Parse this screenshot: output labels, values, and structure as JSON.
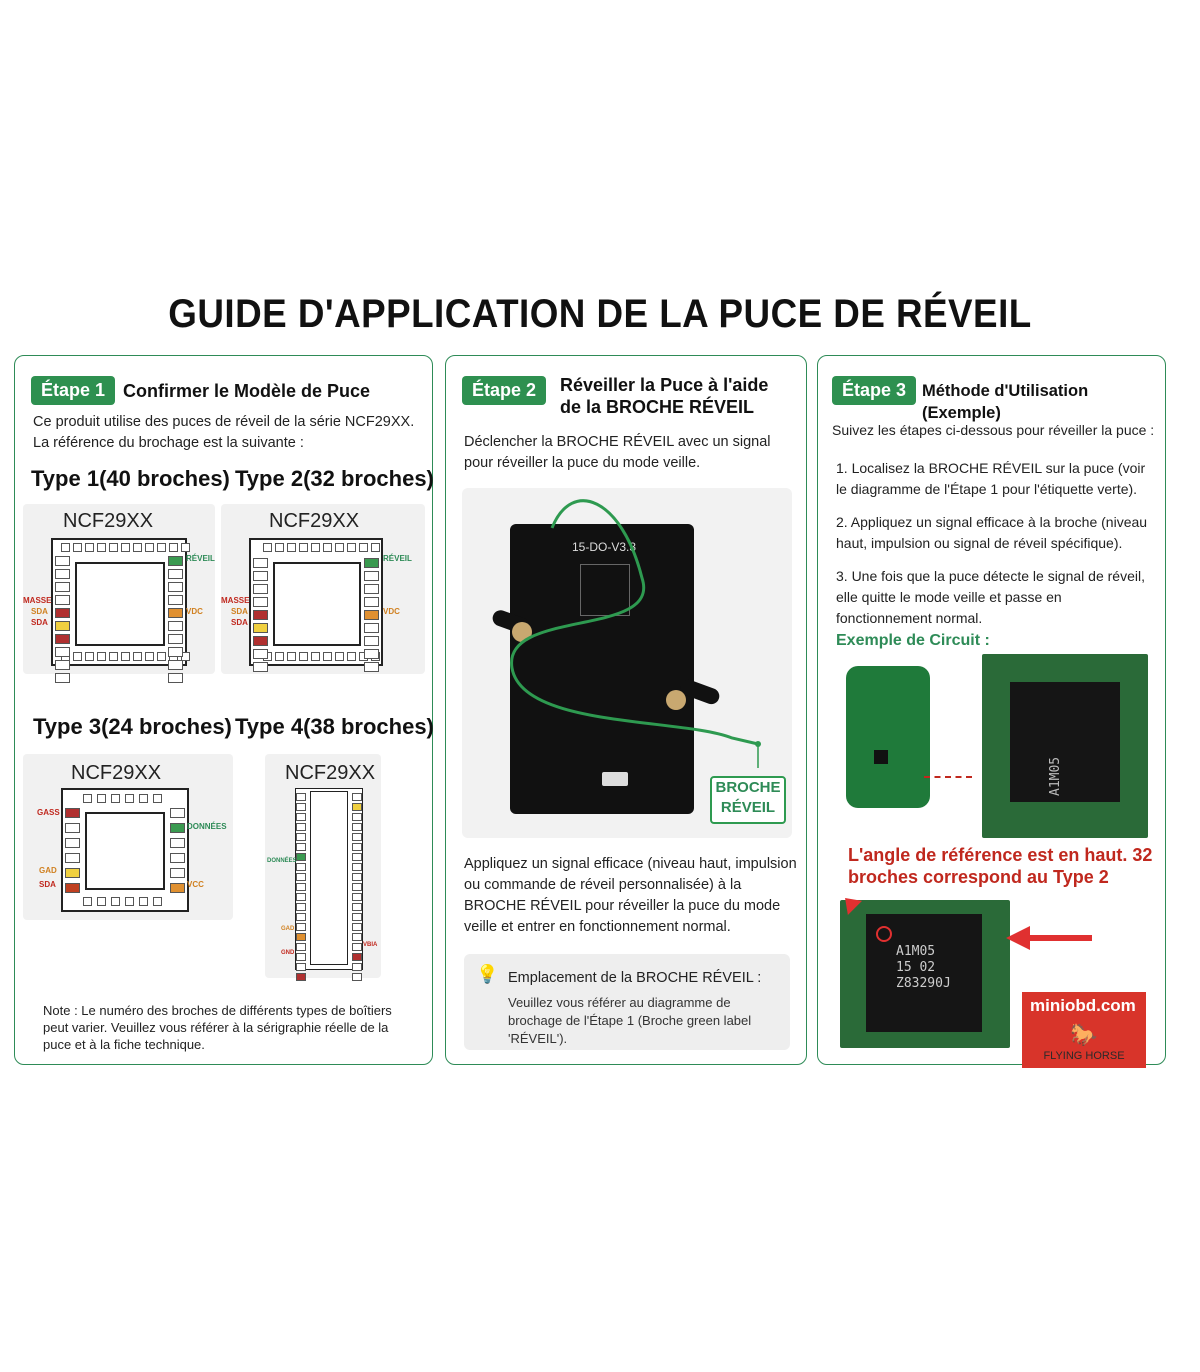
{
  "title": "GUIDE D'APPLICATION DE LA PUCE DE RÉVEIL",
  "step1": {
    "badge": "Étape 1",
    "heading": "Confirmer le Modèle de Puce",
    "intro": "Ce produit utilise des puces de réveil de la série NCF29XX. La référence du brochage est la suivante :",
    "types": [
      {
        "label": "Type 1(40 broches)",
        "chip": "NCF29XX",
        "pins": [
          "MASSE",
          "SDA",
          "SDA",
          "RÉVEIL",
          "VDC"
        ]
      },
      {
        "label": "Type 2(32 broches)",
        "chip": "NCF29XX",
        "pins": [
          "MASSE",
          "SDA",
          "SDA",
          "RÉVEIL",
          "VDC"
        ]
      },
      {
        "label": "Type 3(24 broches)",
        "chip": "NCF29XX",
        "pins": [
          "GASS",
          "GAD",
          "SDA",
          "DONNÉES",
          "VCC"
        ]
      },
      {
        "label": "Type 4(38 broches)",
        "chip": "NCF29XX",
        "pins": [
          "DONNÉES",
          "GAD",
          "GND",
          "VBIA"
        ]
      }
    ],
    "note": "Note : Le numéro des broches de différents types de boîtiers peut varier. Veuillez vous référer à la sérigraphie réelle de la puce et à la fiche technique."
  },
  "step2": {
    "badge": "Étape 2",
    "heading": "Réveiller la Puce à l'aide de la BROCHE RÉVEIL",
    "intro": "Déclencher la BROCHE RÉVEIL avec un signal pour réveiller la puce du mode veille.",
    "board_label": "15-DO-V3.3",
    "callout": "BROCHE RÉVEIL",
    "body": "Appliquez un signal efficace (niveau haut, impulsion ou commande de réveil personnalisée) à la BROCHE RÉVEIL pour réveiller la puce du mode veille et entrer en fonctionnement normal.",
    "tip_title": "Emplacement de la BROCHE RÉVEIL :",
    "tip_body": "Veuillez vous référer au diagramme de brochage de l'Étape 1 (Broche green label 'RÉVEIL')."
  },
  "step3": {
    "badge": "Étape 3",
    "heading": "Méthode d'Utilisation (Exemple)",
    "intro": "Suivez les étapes ci-dessous pour réveiller la puce :",
    "items": [
      "1. Localisez la BROCHE RÉVEIL sur la puce (voir le diagramme de l'Étape 1 pour l'étiquette verte).",
      "2. Appliquez un signal efficace à la broche (niveau haut, impulsion ou signal de réveil spécifique).",
      "3. Une fois que la puce détecte le signal de réveil, elle quitte le mode veille et passe en fonctionnement normal."
    ],
    "example_title": "Exemple de Circuit :",
    "chip_marking": [
      "A1M05",
      "15 02",
      "Z83290J"
    ],
    "red_note": "L'angle de référence est en haut. 32 broches correspond au Type 2",
    "logo_text": "miniobd.com",
    "logo_sub": "FLYING HORSE"
  }
}
